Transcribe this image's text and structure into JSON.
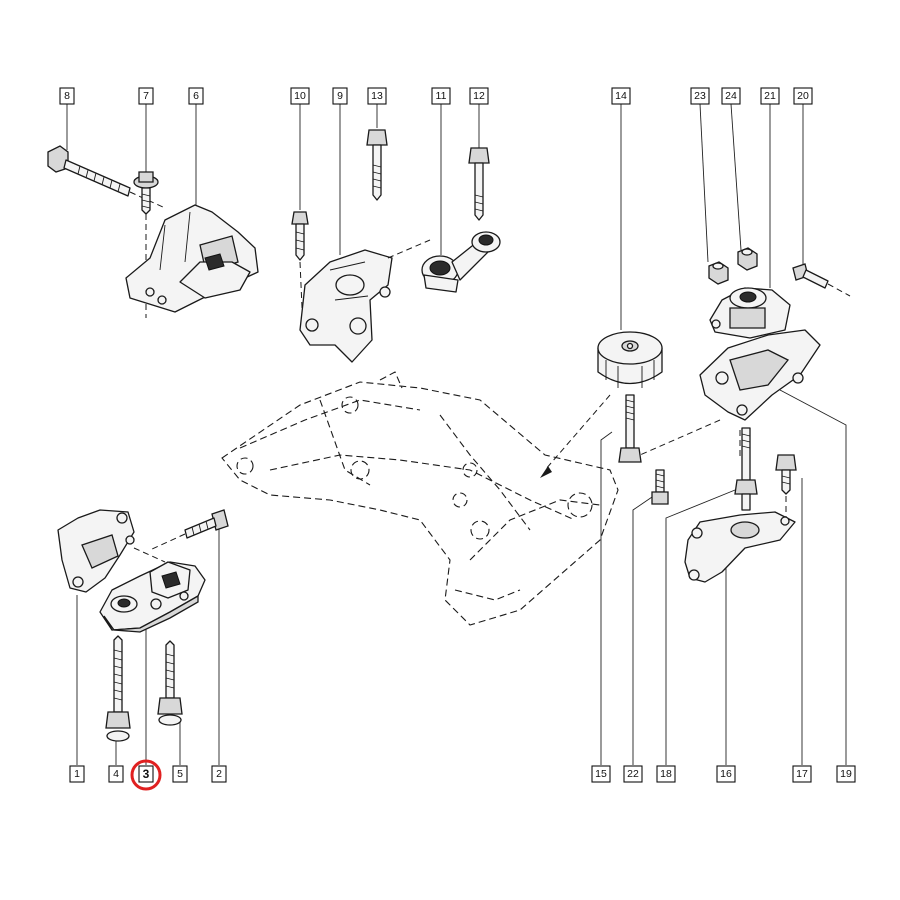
{
  "callouts": [
    {
      "id": "1",
      "label": "1"
    },
    {
      "id": "2",
      "label": "2"
    },
    {
      "id": "3",
      "label": "3"
    },
    {
      "id": "4",
      "label": "4"
    },
    {
      "id": "5",
      "label": "5"
    },
    {
      "id": "6",
      "label": "6"
    },
    {
      "id": "7",
      "label": "7"
    },
    {
      "id": "8",
      "label": "8"
    },
    {
      "id": "9",
      "label": "9"
    },
    {
      "id": "10",
      "label": "10"
    },
    {
      "id": "11",
      "label": "11"
    },
    {
      "id": "12",
      "label": "12"
    },
    {
      "id": "13",
      "label": "13"
    },
    {
      "id": "14",
      "label": "14"
    },
    {
      "id": "15",
      "label": "15"
    },
    {
      "id": "16",
      "label": "16"
    },
    {
      "id": "17",
      "label": "17"
    },
    {
      "id": "18",
      "label": "18"
    },
    {
      "id": "19",
      "label": "19"
    },
    {
      "id": "20",
      "label": "20"
    },
    {
      "id": "21",
      "label": "21"
    },
    {
      "id": "22",
      "label": "22"
    },
    {
      "id": "23",
      "label": "23"
    },
    {
      "id": "24",
      "label": "24"
    }
  ],
  "highlight": {
    "callout_id": "3",
    "color": "#e02020"
  }
}
